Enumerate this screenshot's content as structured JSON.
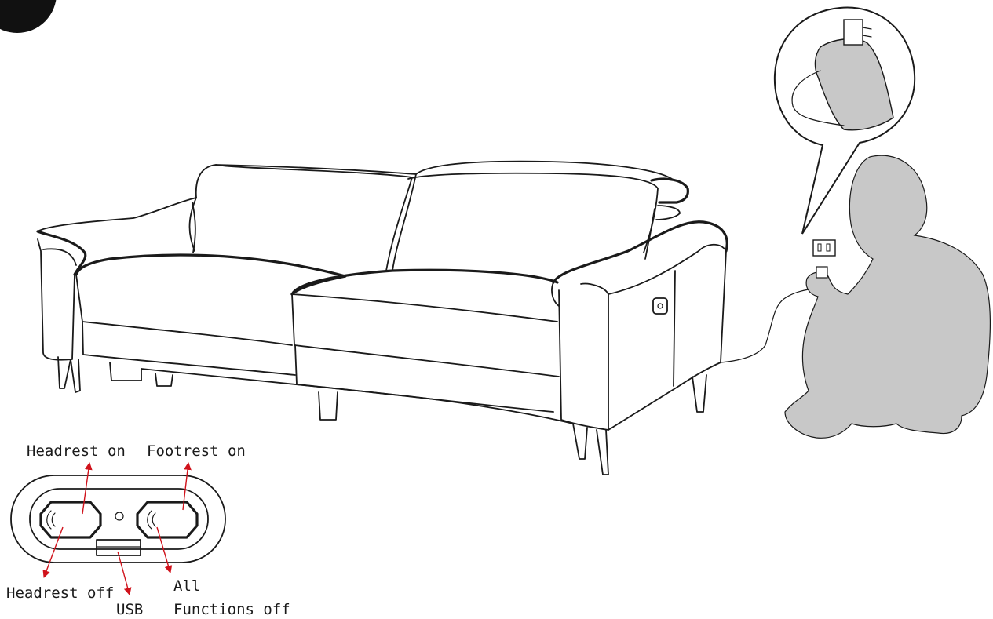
{
  "labels": {
    "headrest_on": "Headrest on",
    "footrest_on": "Footrest on",
    "headrest_off": "Headrest off",
    "usb": "USB",
    "all": "All",
    "functions_off": "Functions off"
  },
  "colors": {
    "line": "#1a1a1a",
    "arrow": "#d0121b",
    "person_fill": "#c8c8c8",
    "background": "#ffffff"
  }
}
